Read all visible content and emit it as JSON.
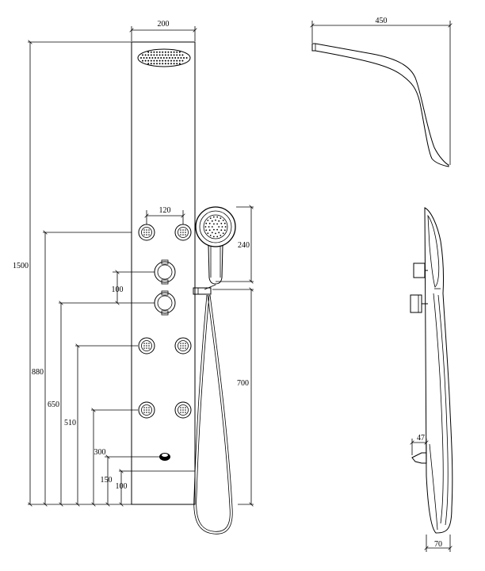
{
  "drawing": {
    "front": {
      "width_dim": "200",
      "height_dim": "1500",
      "handshower_dim": "240",
      "jet_spacing_dim": "120",
      "valve_spacing_dim": "100",
      "hose_dim": "700",
      "heights": [
        "880",
        "650",
        "510",
        "300",
        "150",
        "100"
      ]
    },
    "side": {
      "depth_dim": "450",
      "bottom_depth_dim": "70",
      "spout_dim": "47"
    }
  }
}
